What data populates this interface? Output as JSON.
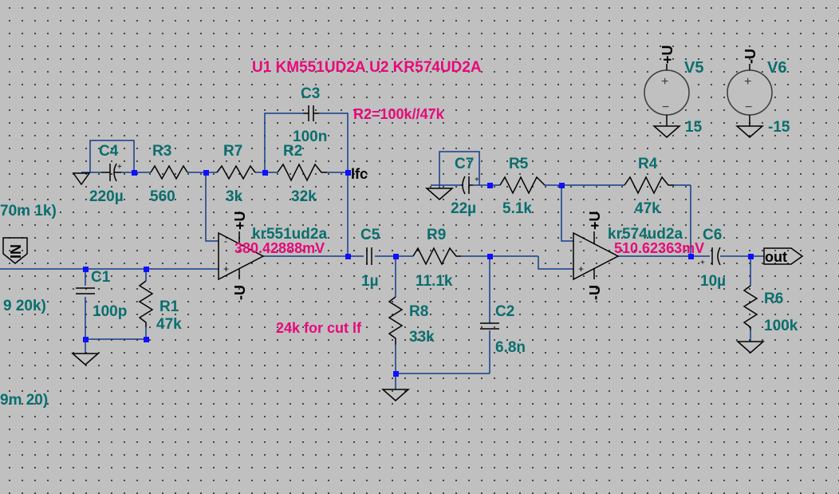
{
  "title": "U1 KM551UD2A U2 KR574UD2A",
  "note_r2": "R2=100k//47k",
  "note_r8": "24k for cut lf",
  "labels": {
    "C1": {
      "name": "C1",
      "value": "100p"
    },
    "C2": {
      "name": "C2",
      "value": "6.8n"
    },
    "C3": {
      "name": "C3",
      "value": "100n"
    },
    "C4": {
      "name": "C4",
      "value": "220µ"
    },
    "C5": {
      "name": "C5",
      "value": "1µ"
    },
    "C6": {
      "name": "C6",
      "value": "10µ"
    },
    "C7": {
      "name": "C7",
      "value": "22µ"
    },
    "R1": {
      "name": "R1",
      "value": "47k"
    },
    "R2": {
      "name": "R2",
      "value": "32k"
    },
    "R3": {
      "name": "R3",
      "value": "560"
    },
    "R4": {
      "name": "R4",
      "value": "47k"
    },
    "R5": {
      "name": "R5",
      "value": "5.1k"
    },
    "R6": {
      "name": "R6",
      "value": "100k"
    },
    "R7": {
      "name": "R7",
      "value": "3k"
    },
    "R8": {
      "name": "R8",
      "value": "33k"
    },
    "R9": {
      "name": "R9",
      "value": "11.1k"
    },
    "V5": {
      "name": "V5",
      "value": "15",
      "pin": "+U"
    },
    "V6": {
      "name": "V6",
      "value": "-15",
      "pin": "-U"
    }
  },
  "opamps": {
    "U1": {
      "model": "kr551ud2a",
      "top": "+U",
      "bottom": "-U",
      "voltage": "380.42888mV"
    },
    "U2": {
      "model": "kr574ud2a",
      "top": "+U",
      "bottom": "-U",
      "voltage": "510.62363mV"
    }
  },
  "ports": {
    "in": "IN",
    "out": "out",
    "lfc": "lfc"
  },
  "cut_text": {
    "line1": "70m 1k)",
    "line2": "9 20k)",
    "line3": "9m 20)"
  }
}
